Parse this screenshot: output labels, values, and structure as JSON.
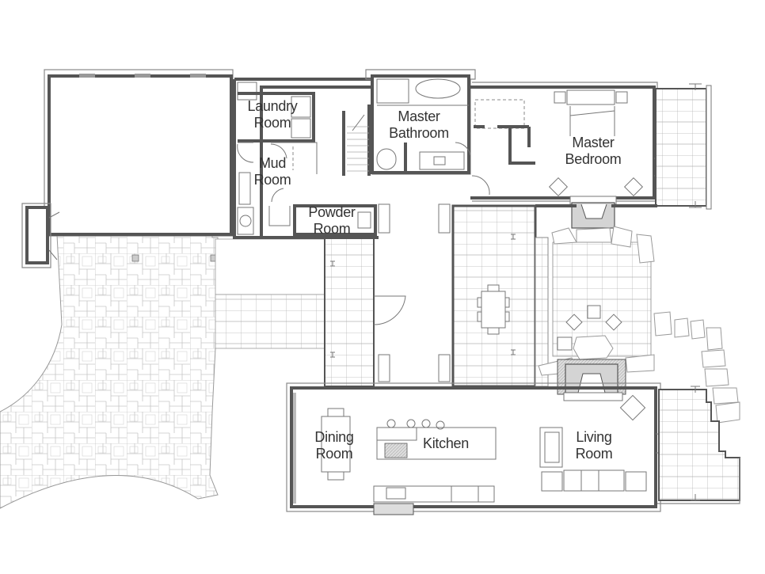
{
  "plan": {
    "title": "",
    "colors": {
      "wall": "#555555",
      "line": "#777777",
      "paving": "#bbbbbb",
      "hearth": "#d4d4d4",
      "background": "#ffffff",
      "text": "#333333"
    }
  },
  "rooms": [
    {
      "id": "laundry",
      "line1": "Laundry",
      "line2": "Room"
    },
    {
      "id": "master-bath",
      "line1": "Master",
      "line2": "Bathroom"
    },
    {
      "id": "master-bed",
      "line1": "Master",
      "line2": "Bedroom"
    },
    {
      "id": "mud",
      "line1": "Mud",
      "line2": "Room"
    },
    {
      "id": "powder",
      "line1": "Powder",
      "line2": "Room"
    },
    {
      "id": "dining",
      "line1": "Dining",
      "line2": "Room"
    },
    {
      "id": "kitchen",
      "line1": "Kitchen",
      "line2": ""
    },
    {
      "id": "living",
      "line1": "Living",
      "line2": "Room"
    }
  ],
  "unlabeled_areas": [
    "garage",
    "stair",
    "entry-hall",
    "covered-patio-left",
    "courtyard",
    "outdoor-room-with-fireplace",
    "master-balcony",
    "living-room-porch",
    "stone-path",
    "paver-terrace"
  ]
}
